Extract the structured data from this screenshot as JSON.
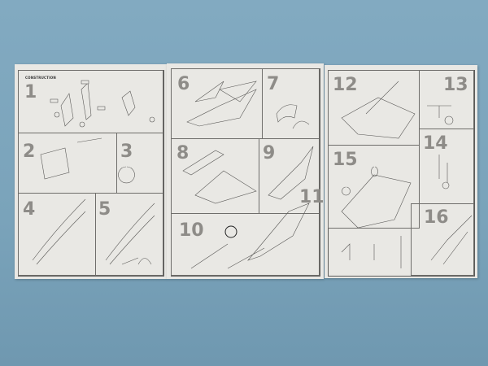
{
  "sheet": {
    "section_title": "CONSTRUCTION",
    "steps": [
      "1",
      "2",
      "3",
      "4",
      "5",
      "6",
      "7",
      "8",
      "9",
      "10",
      "11",
      "12",
      "13",
      "14",
      "15",
      "16"
    ]
  },
  "colors": {
    "background": "#7ea6bd",
    "paper": "#e9e8e4",
    "step_number": "#8e8c88"
  }
}
